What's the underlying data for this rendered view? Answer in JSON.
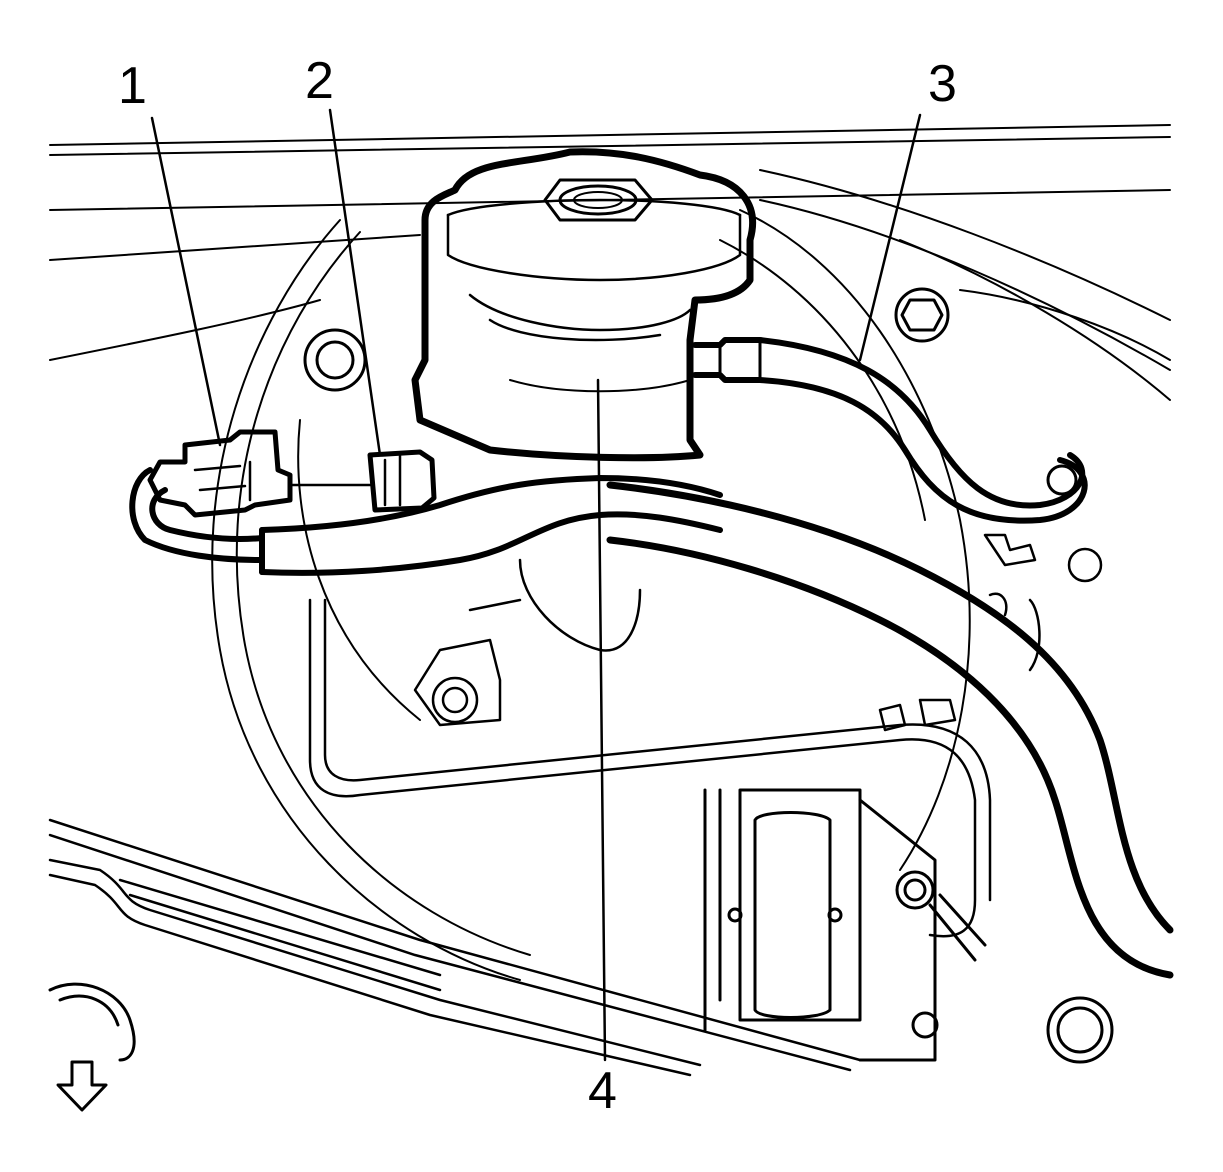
{
  "callouts": {
    "one": "1",
    "two": "2",
    "three": "3",
    "four": "4"
  },
  "colors": {
    "line": "#000000",
    "background": "#ffffff"
  },
  "icons": {
    "direction": "down-arrow-icon"
  }
}
